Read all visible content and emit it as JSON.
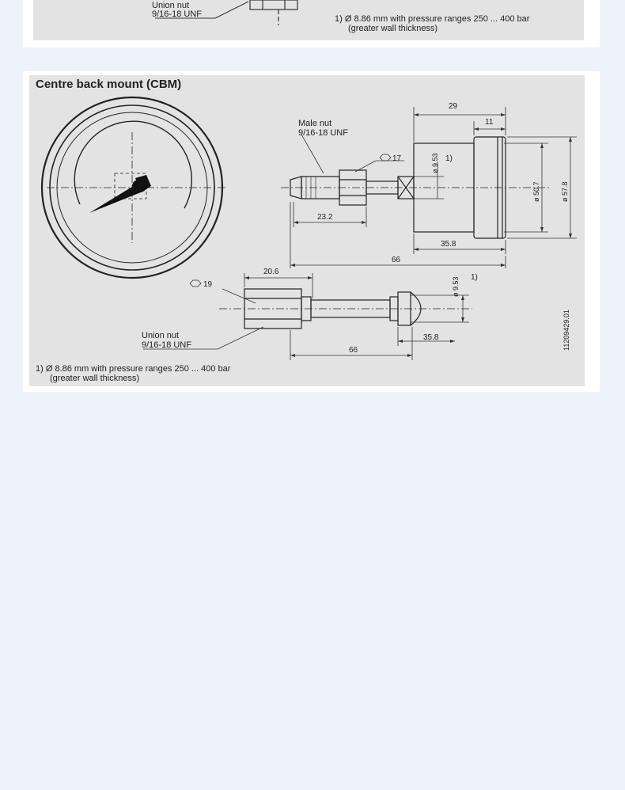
{
  "top_section": {
    "union_nut_label": "Union nut",
    "union_nut_thread": "9/16-18 UNF",
    "footnote_line1": "1)  Ø 8.86 mm with pressure ranges 250 ... 400 bar",
    "footnote_line2": "(greater wall thickness)"
  },
  "main_section": {
    "heading": "Centre back mount (CBM)",
    "male_nut_label": "Male nut",
    "male_nut_thread": "9/16-18 UNF",
    "hex_17": "17",
    "dia_953_upper": "ø 9.53",
    "note_ref_upper": "1)",
    "dim_29": "29",
    "dim_11": "11",
    "dia_507": "ø 50.7",
    "dia_578": "ø 57.8",
    "dim_232": "23.2",
    "dim_358_upper": "35.8",
    "dim_66_upper": "66",
    "hex_19": "19",
    "dim_206": "20.6",
    "dia_953_lower": "ø 9.53",
    "note_ref_lower": "1)",
    "union_nut_label": "Union nut",
    "union_nut_thread": "9/16-18 UNF",
    "dim_358_lower": "35.8",
    "dim_66_lower": "66",
    "drawing_number": "11209429.01",
    "footnote_line1": "1)  Ø 8.86 mm with pressure ranges 250 ... 400 bar",
    "footnote_line2": "(greater wall thickness)"
  }
}
